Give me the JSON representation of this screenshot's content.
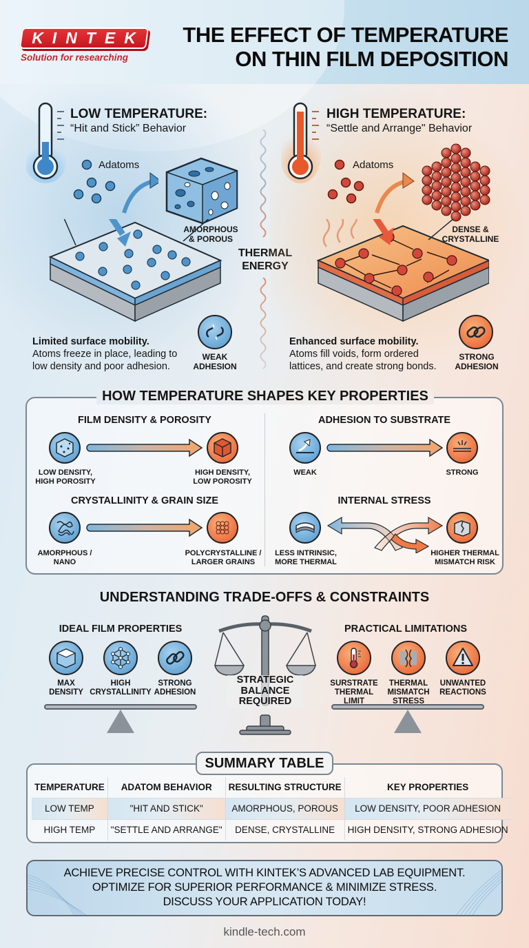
{
  "brand": {
    "logo": "KINTEK",
    "tagline": "Solution for researching",
    "colors": {
      "red": "#d4212a",
      "cool": "#4f97cf",
      "hot": "#e8582a"
    }
  },
  "header": {
    "title_line1": "THE EFFECT OF TEMPERATURE",
    "title_line2": "ON THIN FILM DEPOSITION"
  },
  "low_temp": {
    "heading": "LOW TEMPERATURE:",
    "subheading": "“Hit and Stick” Behavior",
    "adatoms_label": "Adatoms",
    "structure_label_line1": "AMORPHOUS",
    "structure_label_line2": "& POROUS",
    "desc_bold": "Limited surface mobility.",
    "desc_line1": "Atoms freeze in place, leading to",
    "desc_line2": "low density and poor adhesion.",
    "adhesion_line1": "WEAK",
    "adhesion_line2": "ADHESION"
  },
  "thermal": {
    "line1": "THERMAL",
    "line2": "ENERGY"
  },
  "high_temp": {
    "heading": "HIGH TEMPERATURE:",
    "subheading": "“Settle and Arrange\" Behavior",
    "adatoms_label": "Adatoms",
    "structure_label_line1": "DENSE &",
    "structure_label_line2": "CRYSTALLINE",
    "desc_bold": "Enhanced surface mobility.",
    "desc_line1": "Atoms fill voids, form ordered",
    "desc_line2": "lattices, and create strong bonds.",
    "adhesion_line1": "STRONG",
    "adhesion_line2": "ADHESION"
  },
  "properties": {
    "title": "HOW TEMPERATURE SHAPES KEY PROPERTIES",
    "items": [
      {
        "title": "FILM DENSITY & POROSITY",
        "low_line1": "LOW DENSITY,",
        "low_line2": "HIGH POROSITY",
        "high_line1": "HIGH DENSITY,",
        "high_line2": "LOW POROSITY"
      },
      {
        "title": "ADHESION TO SUBSTRATE",
        "low_line1": "WEAK",
        "low_line2": "",
        "high_line1": "STRONG",
        "high_line2": ""
      },
      {
        "title": "CRYSTALLINITY & GRAIN SIZE",
        "low_line1": "AMORPHOUS /",
        "low_line2": "NANO",
        "high_line1": "POLYCRYSTALLINE /",
        "high_line2": "LARGER GRAINS"
      },
      {
        "title": "INTERNAL STRESS",
        "low_line1": "LESS INTRINSIC,",
        "low_line2": "MORE THERMAL",
        "high_line1": "HIGHER THERMAL",
        "high_line2": "MISMATCH RISK"
      }
    ]
  },
  "tradeoffs": {
    "title": "UNDERSTANDING TRADE-OFFS & CONSTRAINTS",
    "ideal": {
      "title": "IDEAL FILM PROPERTIES",
      "items": [
        {
          "line1": "MAX",
          "line2": "DENSITY",
          "icon": "dense-cube-icon"
        },
        {
          "line1": "HIGH",
          "line2": "CRYSTALLINITY",
          "icon": "lattice-icon"
        },
        {
          "line1": "STRONG",
          "line2": "ADHESION",
          "icon": "chain-link-icon"
        }
      ]
    },
    "balance": {
      "line1": "STRATEGIC",
      "line2": "BALANCE",
      "line3": "REQUIRED"
    },
    "limits": {
      "title": "PRACTICAL LIMITATIONS",
      "items": [
        {
          "line1": "SURSTRATE",
          "line2": "THERMAL",
          "line3": "LIMIT",
          "icon": "thermometer-icon"
        },
        {
          "line1": "THERMAL",
          "line2": "MISMATCH",
          "line3": "STRESS",
          "icon": "cracked-layers-icon"
        },
        {
          "line1": "UNWANTED",
          "line2": "REACTIONS",
          "line3": "",
          "icon": "warning-icon"
        }
      ]
    }
  },
  "summary": {
    "title": "SUMMARY TABLE",
    "columns": [
      "TEMPERATURE",
      "ADATOM BEHAVIOR",
      "RESULTING STRUCTURE",
      "KEY PROPERTIES"
    ],
    "rows": [
      [
        "LOW TEMP",
        "\"HIT AND STICK\"",
        "AMORPHOUS, POROUS",
        "LOW DENSITY, POOR ADHESION"
      ],
      [
        "HIGH TEMP",
        "\"SETTLE AND ARRANGE\"",
        "DENSE, CRYSTALLINE",
        "HIGH DENSITY, STRONG ADHESION"
      ]
    ]
  },
  "cta": {
    "line1": "ACHIEVE PRECISE CONTROL WITH KINTEK’S ADVANCED LAB EQUIPMENT.",
    "line2": "OPTIMIZE FOR SUPERIOR PERFORMANCE & MINIMIZE STRESS.",
    "line3": "DISCUSS YOUR APPLICATION TODAY!"
  },
  "footer": {
    "website": "kindle-tech.com"
  }
}
